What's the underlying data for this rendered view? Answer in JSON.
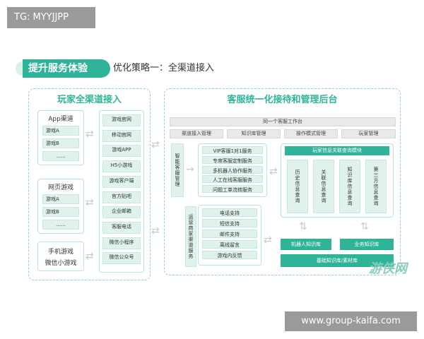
{
  "tag": "TG: MYYJJPP",
  "watermark_url": "www.group-kaifa.com",
  "logo_text": "游侠网",
  "banner": "提升服务体验",
  "strategy": "优化策略一：全渠道接入",
  "left_panel": {
    "title": "玩家全渠道接入",
    "app_group": {
      "title": "App渠道",
      "items": [
        "游戏A",
        "游戏B",
        "……"
      ]
    },
    "web_group": {
      "title": "网页游戏",
      "items": [
        "游戏A",
        "游戏B",
        "……"
      ]
    },
    "mobile_group": {
      "title1": "手机游戏",
      "title2": "微信小游戏"
    },
    "channels": [
      "游戏官网",
      "移动官网",
      "游戏APP",
      "H5小游戏",
      "游戏客户端",
      "官方贴吧",
      "企业邮箱",
      "客服电话",
      "微信小程序",
      "微信公众号"
    ]
  },
  "right_panel": {
    "title": "客服统一化接待和管理后台",
    "workbench": "同一个客服工作台",
    "mgmt": [
      "渠道接入管理",
      "知识库管理",
      "操作模式管理",
      "玩家管理"
    ],
    "smart_service_label": "智能客服管理",
    "services": [
      "VIP客服1对1服务",
      "专席客服定制服务",
      "多机器人协作服务",
      "人工在线客服服务",
      "问题工单流转服务"
    ],
    "aux_label": "运营商家渠道服务",
    "aux_services": [
      "电话支持",
      "短信支持",
      "邮件支持",
      "离线留言",
      "游戏内反馈"
    ],
    "query_title": "玩家信息关联查询模块",
    "query_items": [
      "历史信息查询",
      "关联信息查询",
      "知识库信息查询",
      "第三方信息查询"
    ],
    "robot_kb": "机器人知识库",
    "biz_kb": "业务知识库",
    "base_kb": "基础知识库/素材库"
  }
}
